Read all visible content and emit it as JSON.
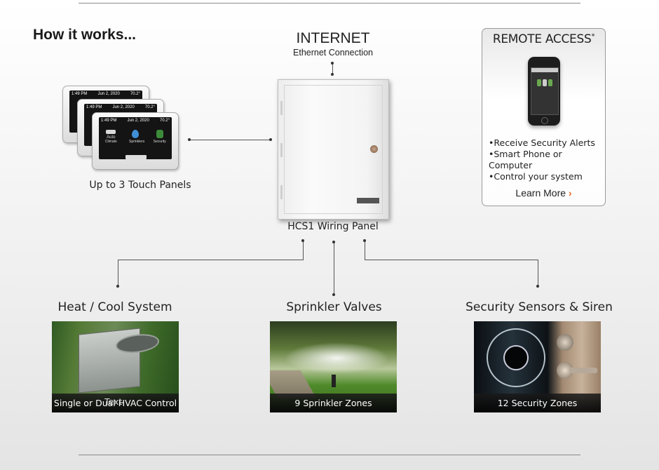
{
  "header": {
    "title": "How it works..."
  },
  "internet": {
    "title": "INTERNET",
    "subtitle": "Ethernet Connection"
  },
  "remote_access": {
    "title": "REMOTE ACCESS",
    "title_mark": "*",
    "bullets": [
      "Receive Security Alerts",
      "Smart Phone or Computer",
      "Control your system"
    ],
    "learn_more": "Learn More",
    "chevron": "›",
    "icon": "smartphone-icon"
  },
  "touch_panels": {
    "caption": "Up to 3 Touch Panels",
    "time": "1:49 PM",
    "date": "Jun 2, 2020",
    "temp": "70.2°",
    "icons": [
      {
        "label": "Climate",
        "title": "Auto",
        "color": "#d9d9d9"
      },
      {
        "label": "Sprinklers",
        "title": "",
        "color": "#3f8fd6"
      },
      {
        "label": "Security",
        "title": "",
        "color": "#3c8b3a"
      }
    ]
  },
  "wiring_panel": {
    "caption": "HCS1 Wiring Panel"
  },
  "sections": [
    {
      "title": "Heat / Cool System",
      "caption": "Single or Dual HVAC Control",
      "overlay": "Text"
    },
    {
      "title": "Sprinkler Valves",
      "caption": "9 Sprinkler Zones"
    },
    {
      "title": "Security Sensors & Siren",
      "caption": "12 Security Zones"
    }
  ],
  "colors": {
    "accent": "#e8671c",
    "line": "#555555",
    "rule": "#8a8a8a"
  }
}
